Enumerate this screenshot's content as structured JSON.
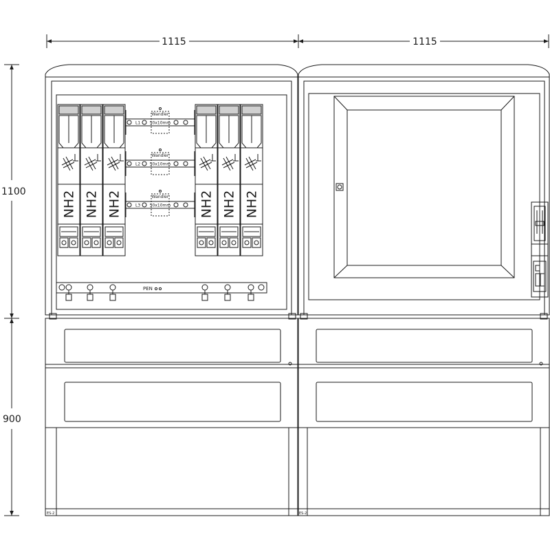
{
  "dimensions": {
    "width_left": "1115",
    "width_right": "1115",
    "height_upper": "1100",
    "height_lower": "900"
  },
  "fuse_label": "NH2",
  "transformer_label": "Wandler",
  "busbar_label": "50x10mm",
  "phases": [
    "L1",
    "L2",
    "L3"
  ],
  "pen_label": "PEN",
  "base_labels": [
    "ES-2",
    "ES-2"
  ],
  "colors": {
    "line": "#1a1a1a",
    "background": "#ffffff"
  }
}
